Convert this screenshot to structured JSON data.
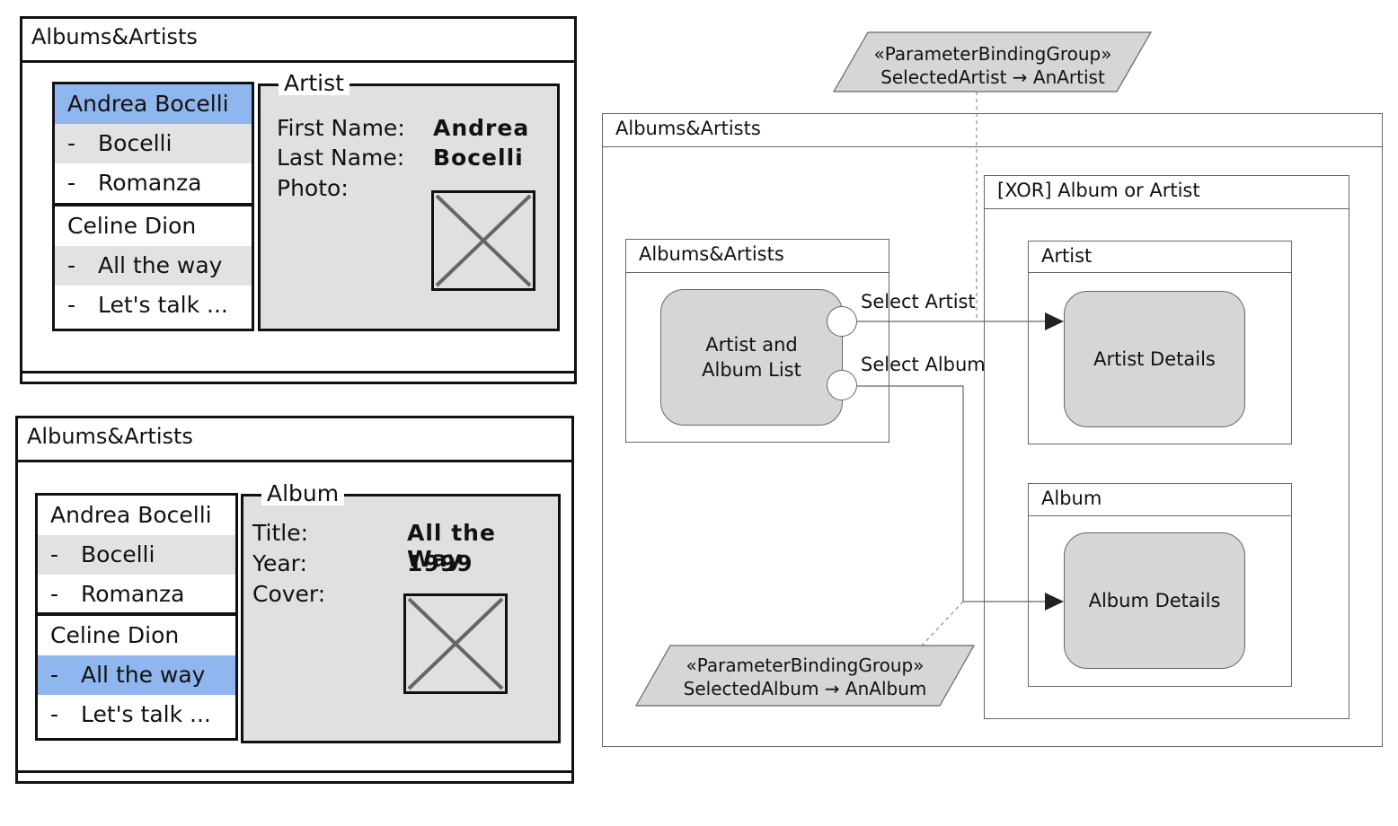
{
  "mockups": [
    {
      "window_title": "Albums&Artists",
      "list": [
        {
          "text": "Andrea Bocelli",
          "prefix": "",
          "selected": true
        },
        {
          "text": "Bocelli",
          "prefix": "-",
          "selected": false
        },
        {
          "text": "Romanza",
          "prefix": "-",
          "selected": false
        },
        {
          "text": "Celine Dion",
          "prefix": "",
          "selected": false
        },
        {
          "text": "All the way",
          "prefix": "-",
          "selected": false
        },
        {
          "text": "Let's talk ...",
          "prefix": "-",
          "selected": false
        }
      ],
      "panel": {
        "legend": "Artist",
        "fields": [
          {
            "label": "First Name:",
            "value": "Andrea"
          },
          {
            "label": "Last Name:",
            "value": "Bocelli"
          },
          {
            "label": "Photo:",
            "value": ""
          }
        ]
      }
    },
    {
      "window_title": "Albums&Artists",
      "list": [
        {
          "text": "Andrea Bocelli",
          "prefix": "",
          "selected": false
        },
        {
          "text": "Bocelli",
          "prefix": "-",
          "selected": false
        },
        {
          "text": "Romanza",
          "prefix": "-",
          "selected": false
        },
        {
          "text": "Celine Dion",
          "prefix": "",
          "selected": false
        },
        {
          "text": "All the way",
          "prefix": "-",
          "selected": true
        },
        {
          "text": "Let's talk ...",
          "prefix": "-",
          "selected": false
        }
      ],
      "panel": {
        "legend": "Album",
        "fields": [
          {
            "label": "Title:",
            "value": "All the Way"
          },
          {
            "label": "Year:",
            "value": "1999"
          },
          {
            "label": "Cover:",
            "value": ""
          }
        ]
      }
    }
  ],
  "diagram": {
    "outer_title": "Albums&Artists",
    "inner_title": "Albums&Artists",
    "list_component": "Artist and\nAlbum List",
    "xor_title": "[XOR] Album or Artist",
    "artist_view_title": "Artist",
    "artist_component": "Artist Details",
    "album_view_title": "Album",
    "album_component": "Album Details",
    "event_select_artist": "Select Artist",
    "event_select_album": "Select Album",
    "binding_top": {
      "stereotype": "«ParameterBindingGroup»",
      "binding": "SelectedArtist → AnArtist"
    },
    "binding_bottom": {
      "stereotype": "«ParameterBindingGroup»",
      "binding": "SelectedAlbum → AnAlbum"
    }
  },
  "colors": {
    "selection": "#8fb6ee",
    "panel_fill": "#e0e0e0",
    "component_fill": "#d6d6d6",
    "diagram_stroke": "#666666"
  }
}
